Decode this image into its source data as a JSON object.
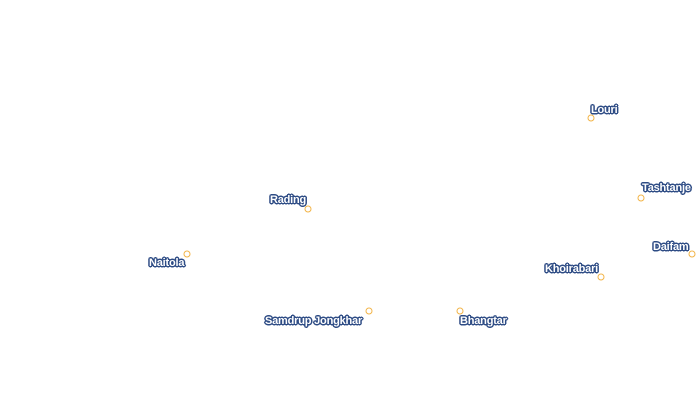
{
  "map": {
    "places": [
      {
        "name": "Louri"
      },
      {
        "name": "Tashtanje"
      },
      {
        "name": "Rading"
      },
      {
        "name": "Daifam"
      },
      {
        "name": "Naitola"
      },
      {
        "name": "Khoirabari"
      },
      {
        "name": "Samdrup Jongkhar"
      },
      {
        "name": "Bhangtar"
      }
    ]
  },
  "colors": {
    "marker": "#f2b447",
    "label_halo": "#2e4c85",
    "label_text": "#ffffff",
    "background": "#ffffff"
  }
}
